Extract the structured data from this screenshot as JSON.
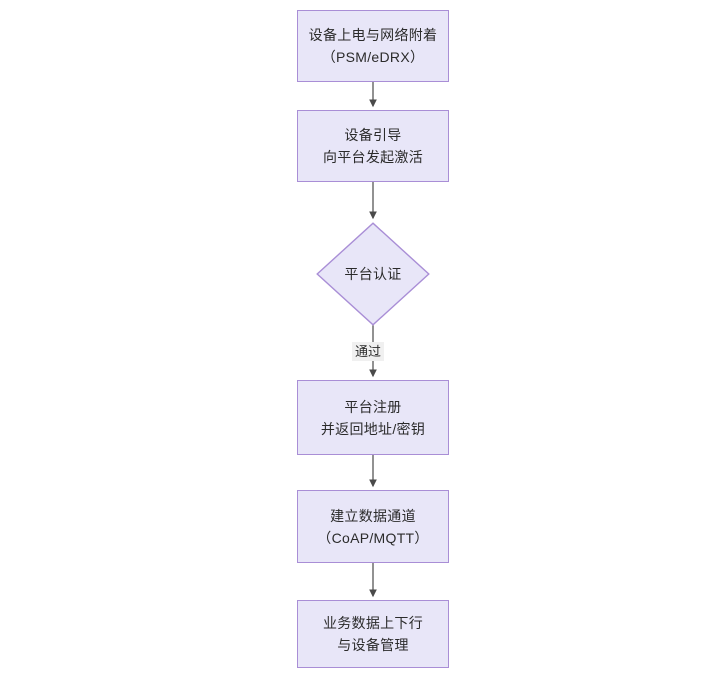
{
  "diagram": {
    "type": "flowchart",
    "orientation": "top-to-bottom",
    "background_color": "#ffffff",
    "node_fill_color": "#e8e6f8",
    "node_border_color": "#a98ed6",
    "text_color": "#2b2b2b",
    "edge_color": "#4a4a4a",
    "edge_label_background": "#f0f0f0"
  },
  "nodes": [
    {
      "id": "n1",
      "shape": "rectangle",
      "lines": [
        "设备上电与网络附着",
        "（PSM/eDRX）"
      ]
    },
    {
      "id": "n2",
      "shape": "rectangle",
      "lines": [
        "设备引导",
        "向平台发起激活"
      ]
    },
    {
      "id": "n3",
      "shape": "diamond",
      "lines": [
        "平台认证"
      ]
    },
    {
      "id": "n4",
      "shape": "rectangle",
      "lines": [
        "平台注册",
        "并返回地址/密钥"
      ]
    },
    {
      "id": "n5",
      "shape": "rectangle",
      "lines": [
        "建立数据通道",
        "（CoAP/MQTT）"
      ]
    },
    {
      "id": "n6",
      "shape": "rectangle",
      "lines": [
        "业务数据上下行",
        "与设备管理"
      ]
    }
  ],
  "edges": [
    {
      "from": "n1",
      "to": "n2",
      "label": ""
    },
    {
      "from": "n2",
      "to": "n3",
      "label": ""
    },
    {
      "from": "n3",
      "to": "n4",
      "label": "通过"
    },
    {
      "from": "n4",
      "to": "n5",
      "label": ""
    },
    {
      "from": "n5",
      "to": "n6",
      "label": ""
    }
  ]
}
